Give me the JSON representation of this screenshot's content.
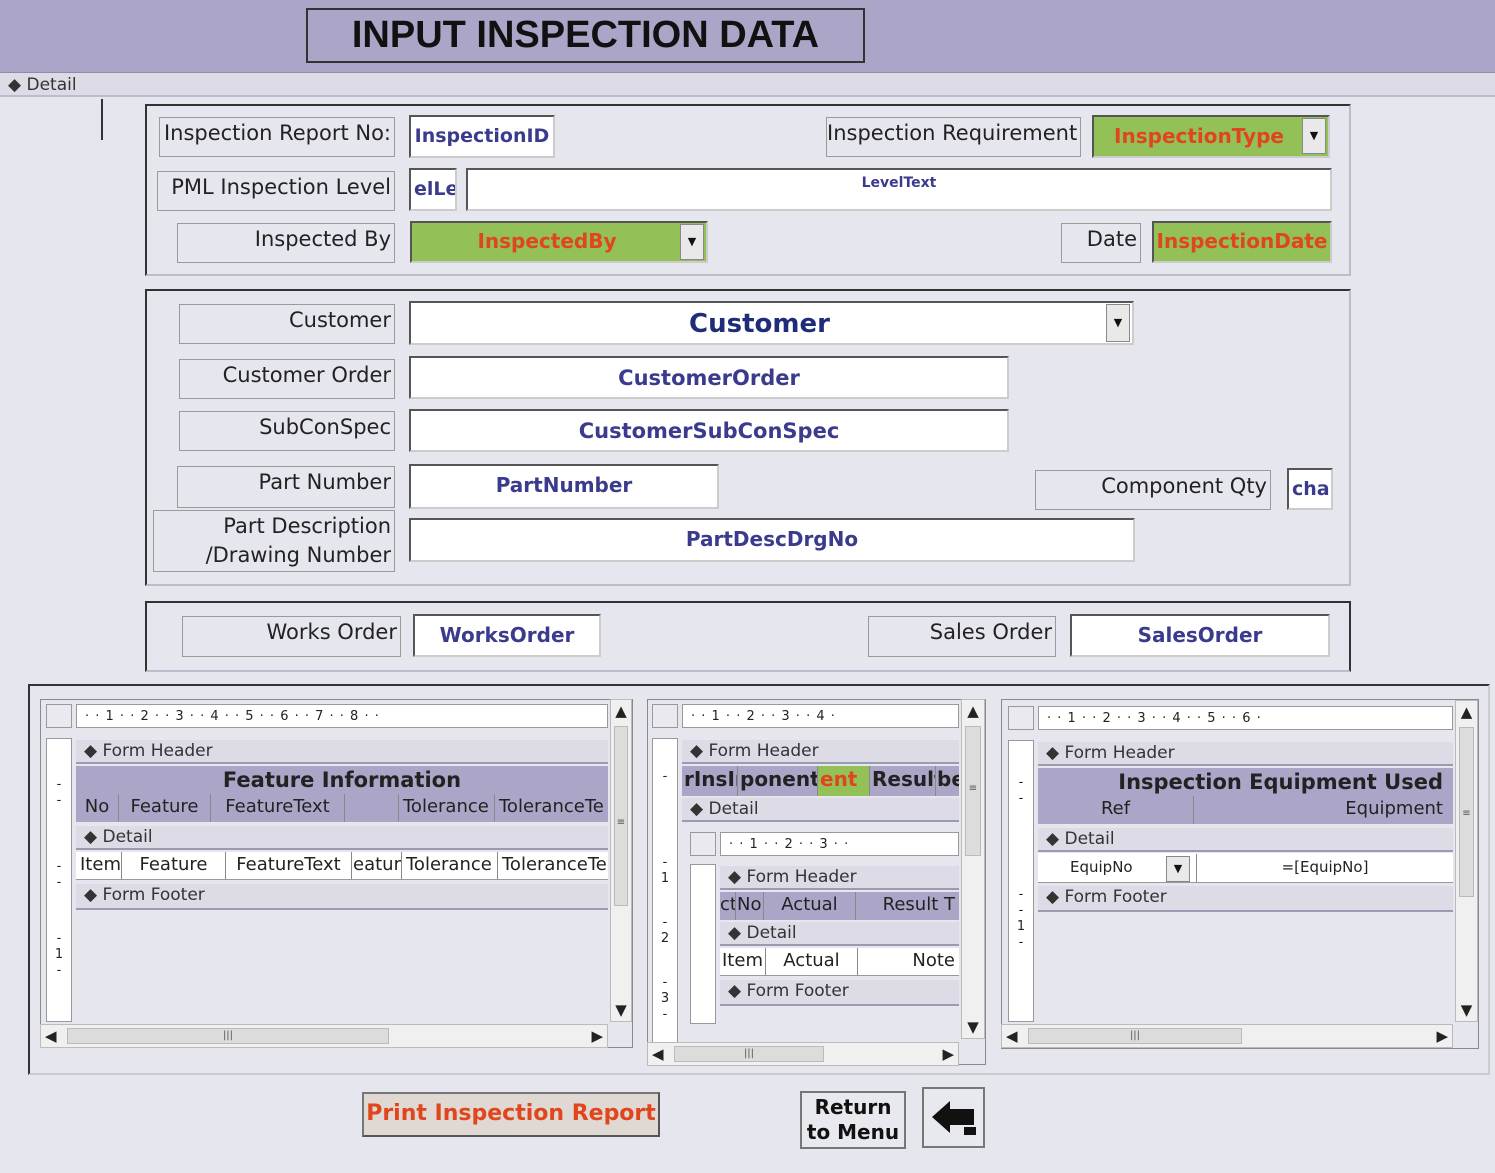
{
  "title": "INPUT INSPECTION DATA",
  "section": {
    "detail": "Detail"
  },
  "inspection": {
    "report_no_label": "Inspection Report No:",
    "report_no_value": "InspectionID",
    "requirement_label": "Inspection Requirement",
    "requirement_value": "InspectionType",
    "pml_label": "PML Inspection Level",
    "pml_value": "elLe",
    "level_text": "LevelText",
    "inspected_by_label": "Inspected By",
    "inspected_by_value": "InspectedBy",
    "date_label": "Date",
    "date_value": "InspectionDate"
  },
  "customer": {
    "customer_label": "Customer",
    "customer_value": "Customer",
    "order_label": "Customer Order",
    "order_value": "CustomerOrder",
    "subcon_label": "SubConSpec",
    "subcon_value": "CustomerSubConSpec",
    "part_number_label": "Part Number",
    "part_number_value": "PartNumber",
    "component_qty_label": "Component Qty",
    "component_qty_value": "cha:",
    "part_desc_label_1": "Part Description",
    "part_desc_label_2": "/Drawing Number",
    "part_desc_value": "PartDescDrgNo"
  },
  "orders": {
    "works_label": "Works Order",
    "works_value": "WorksOrder",
    "sales_label": "Sales Order",
    "sales_value": "SalesOrder"
  },
  "sub1": {
    "ruler": "· · 1 · · 2 · · 3 · · 4 · · 5 · · 6 · · 7 · · 8 · ·",
    "form_header": "Form Header",
    "heading": "Feature Information",
    "columns": [
      "No",
      "Feature",
      "FeatureText",
      "",
      "Tolerance",
      "ToleranceTe"
    ],
    "detail": "Detail",
    "row": [
      "Item",
      "Feature",
      "FeatureText",
      "eatur",
      "Tolerance",
      "ToleranceTe"
    ],
    "form_footer": "Form Footer",
    "vruler": [
      "-",
      "-",
      "-",
      "-",
      "-",
      "1",
      "-"
    ]
  },
  "sub2": {
    "ruler": "· · 1 · · 2 · · 3 · · 4 ·",
    "form_header": "Form Header",
    "heading_cells": [
      "rInsIn",
      "ponent",
      "ent",
      "Result",
      "be"
    ],
    "detail": "Detail",
    "inner_ruler": "· · 1 · · 2 · · 3 · ·",
    "inner_form_header": "Form Header",
    "inner_columns": [
      "cti",
      "Nor",
      "Actual",
      "Result T"
    ],
    "inner_detail": "Detail",
    "inner_row": [
      "Item",
      "Actual",
      "Note"
    ],
    "inner_form_footer": "Form Footer",
    "vruler": [
      "-",
      "-",
      "1",
      "-",
      "2",
      "-",
      "3",
      "-"
    ]
  },
  "sub3": {
    "ruler": "· · 1 · · 2 · · 3 · · 4 · · 5 · · 6 ·",
    "form_header": "Form Header",
    "heading": "Inspection Equipment Used",
    "columns": [
      "Ref",
      "Equipment"
    ],
    "detail": "Detail",
    "row_combo": "EquipNo",
    "row_expr": "=[EquipNo]",
    "form_footer": "Form Footer",
    "vruler": [
      "-",
      "-",
      "-",
      "-",
      "1",
      "-"
    ]
  },
  "buttons": {
    "print": "Print Inspection Report",
    "return_1": "Return",
    "return_2": "to Menu"
  },
  "colors": {
    "header": "#aba6c8",
    "background": "#e6e6ef",
    "green_field": "#94c058",
    "accent_red": "#e0451b",
    "field_text": "#3b3b8e"
  }
}
